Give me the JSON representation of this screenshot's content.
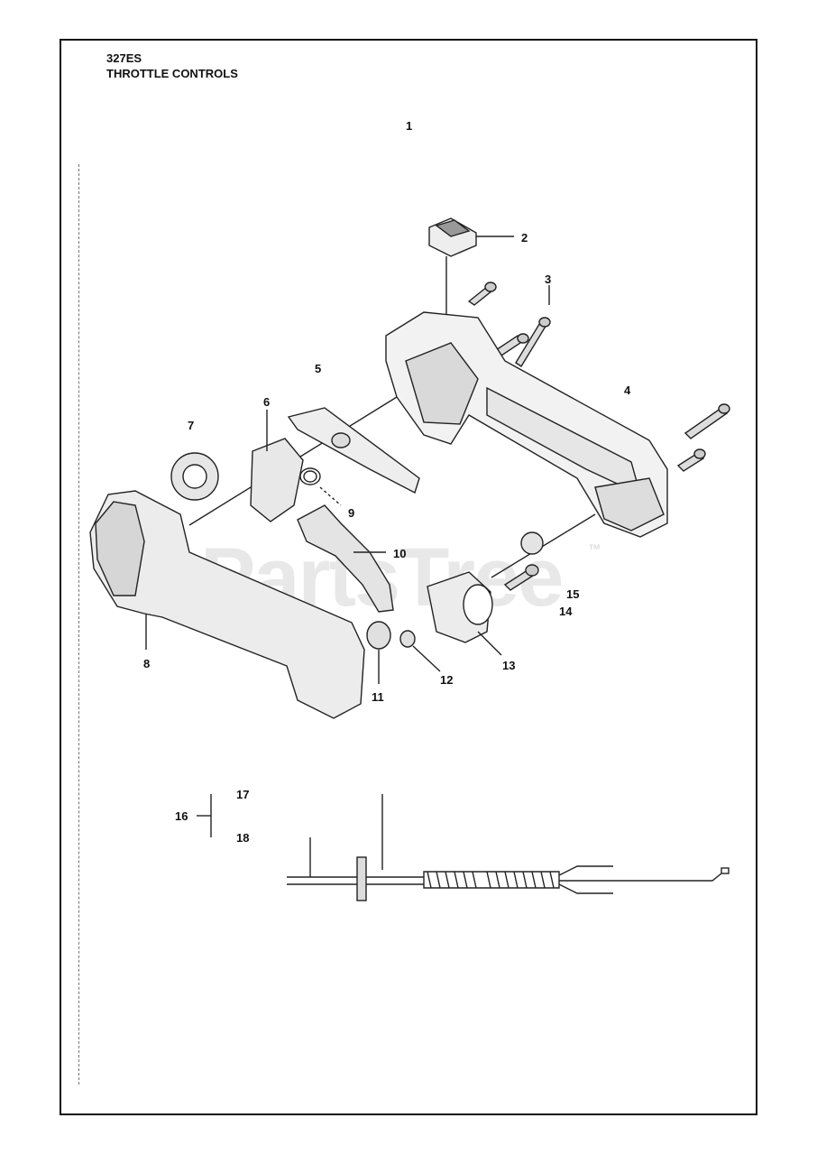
{
  "header": {
    "model": "327ES",
    "title": "THROTTLE CONTROLS"
  },
  "callouts": {
    "c1": "1",
    "c2": "2",
    "c3": "3",
    "c4": "4",
    "c5": "5",
    "c6": "6",
    "c7": "7",
    "c8": "8",
    "c9": "9",
    "c10": "10",
    "c11": "11",
    "c12": "12",
    "c13": "13",
    "c14": "14",
    "c15": "15",
    "c16": "16",
    "c17": "17",
    "c18": "18"
  },
  "watermark": {
    "text": "PartsTree",
    "trademark": "™"
  }
}
